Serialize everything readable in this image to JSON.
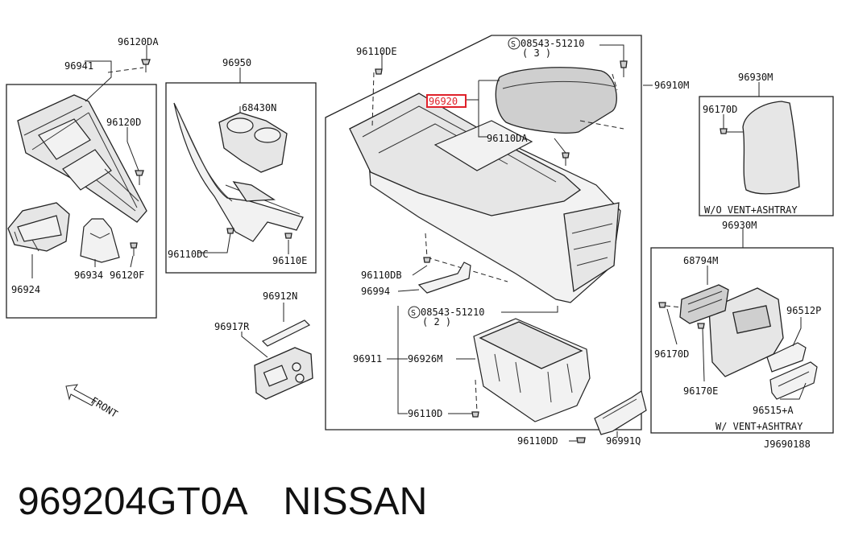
{
  "diagram": {
    "drawing_id": "J9690188",
    "front_label": "FRONT",
    "labels": {
      "p96120DA": "96120DA",
      "p96941": "96941",
      "p96120D": "96120D",
      "p96924": "96924",
      "p96934": "96934",
      "p96120F": "96120F",
      "p96950": "96950",
      "p68430N": "68430N",
      "p96110DC": "96110DC",
      "p96110E": "96110E",
      "p96110DE": "96110DE",
      "p08543_top": "08543-51210",
      "p08543_top_qty": "( 3 )",
      "p96920": "96920",
      "p96910M": "96910M",
      "p96110DA": "96110DA",
      "p96110DB": "96110DB",
      "p96994": "96994",
      "p08543_mid": "08543-51210",
      "p08543_mid_qty": "( 2 )",
      "p96911": "96911",
      "p96926M": "96926M",
      "p96110D": "96110D",
      "p96110DD": "96110DD",
      "p96991Q": "96991Q",
      "p96912N": "96912N",
      "p96917R": "96917R",
      "p96930M_top": "96930M",
      "p96170D_top": "96170D",
      "p_wo_vent": "W/O VENT+ASHTRAY",
      "p96930M_bot": "96930M",
      "p68794M": "68794M",
      "p96512P": "96512P",
      "p96170D_bot": "96170D",
      "p96170E": "96170E",
      "p96515A": "96515+A",
      "p_w_vent": "W/ VENT+ASHTRAY"
    }
  },
  "footer": {
    "part_number": "969204GT0A",
    "brand": "NISSAN"
  },
  "colors": {
    "highlight": "#e0212a",
    "line": "#222222"
  }
}
